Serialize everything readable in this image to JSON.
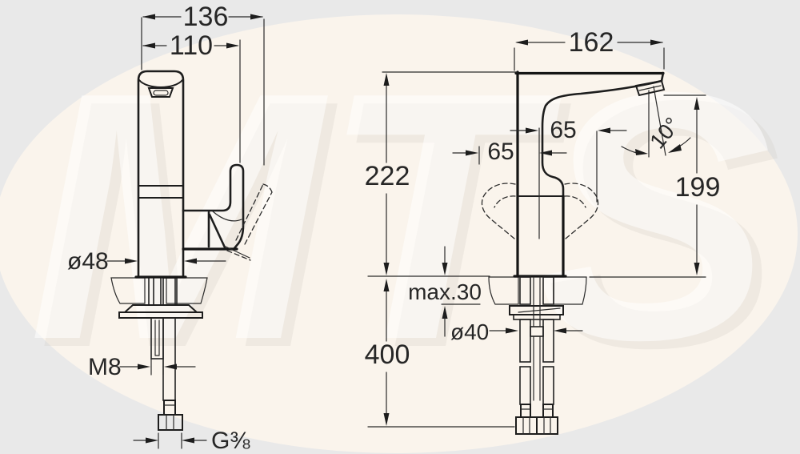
{
  "drawing": {
    "watermark": "MTS",
    "front_view": {
      "total_width": "136",
      "spout_width": "110",
      "body_diameter": "ø48",
      "mounting_thread": "M8",
      "hose_connection": "G⅜"
    },
    "side_view": {
      "spout_reach": "162",
      "height_above_deck": "222",
      "handle_clearance_left": "65",
      "handle_clearance_right": "65",
      "spout_angle": "10°",
      "spout_height": "199",
      "max_deck_thickness": "max.30",
      "hole_diameter": "ø40",
      "hose_length": "400"
    }
  }
}
